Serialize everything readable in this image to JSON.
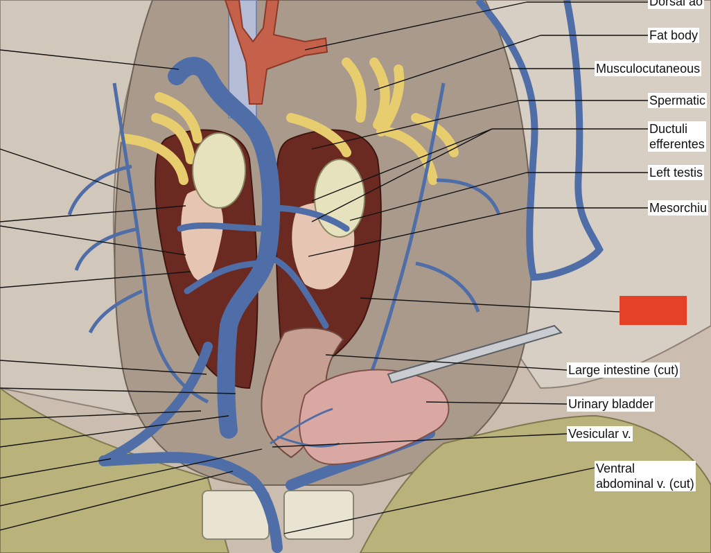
{
  "colors": {
    "vein": "#4f6ea8",
    "vein_dark": "#2d4677",
    "artery": "#c5604a",
    "kidney": "#6a2a22",
    "fat_body": "#e8cd6e",
    "testis": "#e6e2bd",
    "cavity": "#a99a8b",
    "body_wall": "#cbbeb0",
    "skin": "#b9b27a",
    "bladder": "#d9a8a2",
    "intestine": "#c79f92",
    "marker": "#e54128",
    "leader": "#111111"
  },
  "labels": {
    "dorsal_aorta": "Dorsal ao",
    "fat_body": "Fat body",
    "musculocutaneous": "Musculocutaneous",
    "spermatic": "Spermatic",
    "ductuli": "Ductuli\nefferentes",
    "left_testis": "Left testis",
    "mesorchium": "Mesorchiu",
    "large_intestine": "Large intestine (cut)",
    "urinary_bladder": "Urinary bladder",
    "vesicular_v": "Vesicular v.",
    "ventral_abdominal": "Ventral\nabdominal v. (cut)"
  }
}
